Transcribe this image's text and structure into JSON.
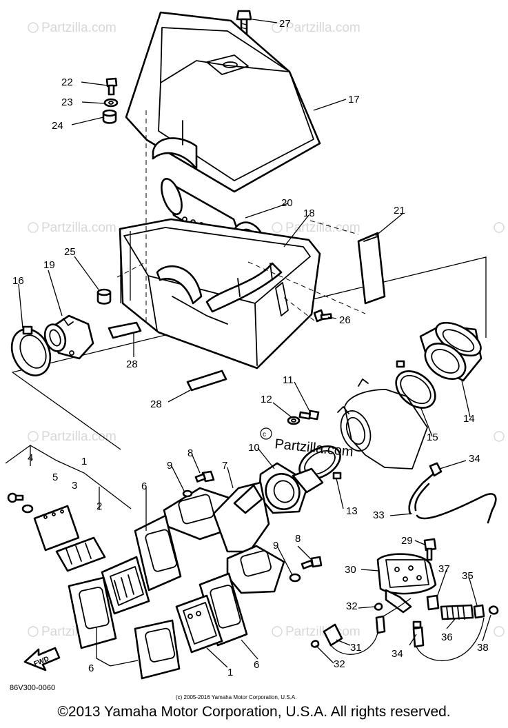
{
  "watermark": {
    "text": "Partzilla.com",
    "prominent_text": "Partzilla.com"
  },
  "diagram": {
    "part_code": "86V300-0060",
    "small_copyright": "(c) 2005-2016 Yamaha Motor Corporation, U.S.A.",
    "fwd_label": "FWD",
    "callouts": [
      "1",
      "1",
      "2",
      "3",
      "4",
      "5",
      "6",
      "6",
      "6",
      "7",
      "8",
      "8",
      "9",
      "9",
      "10",
      "11",
      "12",
      "13",
      "14",
      "15",
      "16",
      "17",
      "18",
      "19",
      "20",
      "21",
      "22",
      "23",
      "24",
      "25",
      "26",
      "27",
      "28",
      "28",
      "29",
      "30",
      "31",
      "32",
      "32",
      "33",
      "34",
      "34",
      "35",
      "36",
      "37",
      "38"
    ]
  },
  "footer": {
    "copyright": "©2013 Yamaha Motor Corporation, U.S.A. All rights reserved."
  }
}
